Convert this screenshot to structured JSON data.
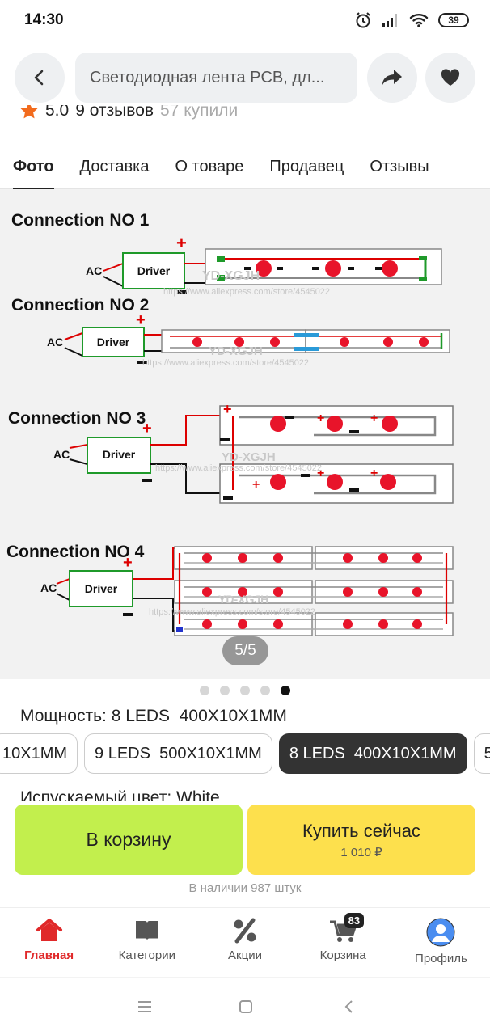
{
  "status_bar": {
    "time": "14:30",
    "battery": "39"
  },
  "header": {
    "search_text": "Светодиодная лента PCB, дл..."
  },
  "rating": {
    "score": "5.0",
    "reviews": "9 отзывов",
    "bought": "57 купили"
  },
  "tabs": [
    {
      "label": "Фото",
      "active": true
    },
    {
      "label": "Доставка"
    },
    {
      "label": "О товаре"
    },
    {
      "label": "Продавец"
    },
    {
      "label": "Отзывы"
    }
  ],
  "image": {
    "counter": "5/5",
    "connections": [
      {
        "title": "Connection NO 1"
      },
      {
        "title": "Connection NO 2"
      },
      {
        "title": "Connection NO 3"
      },
      {
        "title": "Connection NO 4"
      }
    ],
    "ac_label": "AC",
    "driver_label": "Driver",
    "plus": "+",
    "watermark_brand": "YD-XGJH",
    "watermark_url": "https://www.aliexpress.com/store/4545022"
  },
  "gallery_dots": {
    "total": 5,
    "active_index": 4
  },
  "option": {
    "power_label": "Мощность: 8 LEDS  400X10X1MM",
    "chips": [
      {
        "label": "10X1MM"
      },
      {
        "label": "9 LEDS  500X10X1MM"
      },
      {
        "label": "8 LEDS  400X10X1MM",
        "selected": true
      },
      {
        "label": "5"
      }
    ],
    "color_label": "Испускаемый цвет: White"
  },
  "actions": {
    "cart_label": "В корзину",
    "buy_label": "Купить сейчас",
    "buy_price": "1 010 ₽",
    "stock": "В наличии 987 штук"
  },
  "bottom_nav": [
    {
      "label": "Главная",
      "icon": "home-icon",
      "active": true
    },
    {
      "label": "Категории",
      "icon": "catalog-icon"
    },
    {
      "label": "Акции",
      "icon": "percent-icon"
    },
    {
      "label": "Корзина",
      "icon": "cart-icon",
      "badge": "83"
    },
    {
      "label": "Профиль",
      "icon": "profile-icon"
    }
  ],
  "colors": {
    "cart_button": "#c2ef4d",
    "buy_button": "#fde04d",
    "active_nav": "#e0292a",
    "led": "#e8142a",
    "driver_border": "#1f9a2a"
  }
}
